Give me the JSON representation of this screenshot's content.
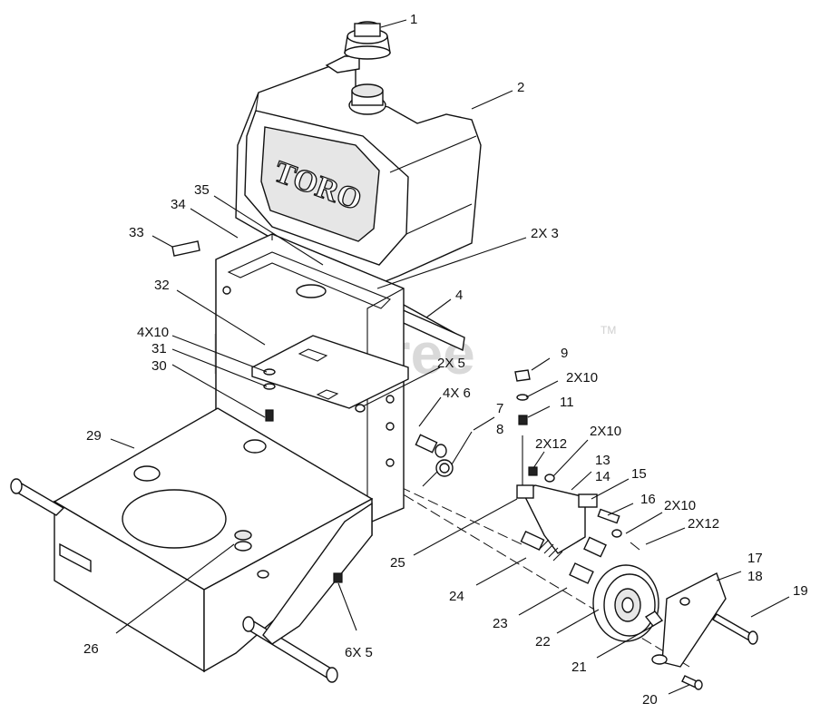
{
  "watermark": {
    "text": "PartsTree",
    "tm": "TM"
  },
  "brand_text": "TORO",
  "callouts": [
    {
      "id": "c1",
      "text": "1"
    },
    {
      "id": "c2",
      "text": "2"
    },
    {
      "id": "c2x3",
      "text": "2X 3"
    },
    {
      "id": "c4",
      "text": "4"
    },
    {
      "id": "c9",
      "text": "9"
    },
    {
      "id": "c2x10a",
      "text": "2X10"
    },
    {
      "id": "c11",
      "text": "11"
    },
    {
      "id": "c2x5",
      "text": "2X 5"
    },
    {
      "id": "c4x6",
      "text": "4X 6"
    },
    {
      "id": "c7",
      "text": "7"
    },
    {
      "id": "c8",
      "text": "8"
    },
    {
      "id": "c2x12a",
      "text": "2X12"
    },
    {
      "id": "c2x10b",
      "text": "2X10"
    },
    {
      "id": "c13",
      "text": "13"
    },
    {
      "id": "c14",
      "text": "14"
    },
    {
      "id": "c15",
      "text": "15"
    },
    {
      "id": "c16",
      "text": "16"
    },
    {
      "id": "c2x10c",
      "text": "2X10"
    },
    {
      "id": "c2x12b",
      "text": "2X12"
    },
    {
      "id": "c17",
      "text": "17"
    },
    {
      "id": "c18",
      "text": "18"
    },
    {
      "id": "c19",
      "text": "19"
    },
    {
      "id": "c20",
      "text": "20"
    },
    {
      "id": "c21",
      "text": "21"
    },
    {
      "id": "c22",
      "text": "22"
    },
    {
      "id": "c23",
      "text": "23"
    },
    {
      "id": "c24",
      "text": "24"
    },
    {
      "id": "c25",
      "text": "25"
    },
    {
      "id": "c6x5",
      "text": "6X 5"
    },
    {
      "id": "c26",
      "text": "26"
    },
    {
      "id": "c29",
      "text": "29"
    },
    {
      "id": "c30",
      "text": "30"
    },
    {
      "id": "c31",
      "text": "31"
    },
    {
      "id": "c4x10",
      "text": "4X10"
    },
    {
      "id": "c32",
      "text": "32"
    },
    {
      "id": "c33",
      "text": "33"
    },
    {
      "id": "c34",
      "text": "34"
    },
    {
      "id": "c35",
      "text": "35"
    }
  ]
}
